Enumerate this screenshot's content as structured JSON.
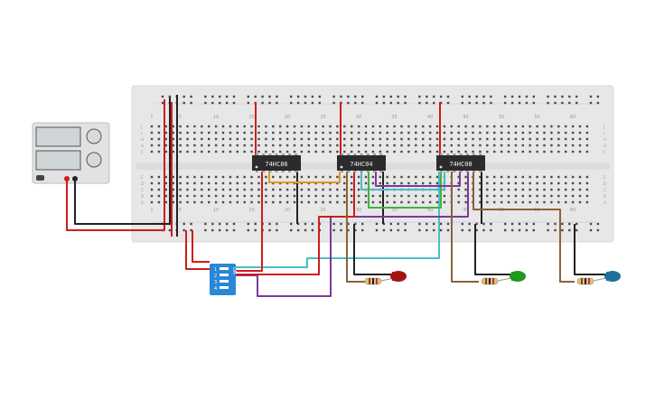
{
  "breadboard": {
    "column_numbers": [
      "1",
      "5",
      "10",
      "15",
      "20",
      "25",
      "30",
      "35",
      "40",
      "45",
      "50",
      "55",
      "60"
    ],
    "row_letters_top": [
      "J",
      "I",
      "H",
      "G",
      "F"
    ],
    "row_letters_bottom": [
      "E",
      "D",
      "C",
      "B",
      "A"
    ]
  },
  "chips": [
    {
      "label": "74HC86"
    },
    {
      "label": "74HC04"
    },
    {
      "label": "74HC08"
    }
  ],
  "dip_switch": {
    "on_label": "ON",
    "switch_numbers": [
      "1",
      "2",
      "3",
      "4"
    ]
  },
  "leds": [
    {
      "color_name": "red",
      "color": "#a31515"
    },
    {
      "color_name": "green",
      "color": "#1f9a1f"
    },
    {
      "color_name": "blue",
      "color": "#1f6f9a"
    }
  ],
  "power_supply": {
    "knob_count": 2
  },
  "colors": {
    "wire_red": "#d01c1c",
    "wire_black": "#222222",
    "wire_orange": "#e8961e",
    "wire_cyan": "#4cbcc8",
    "wire_green": "#3fb43f",
    "wire_purple": "#7a3a9a",
    "wire_brown": "#8b6238",
    "chip_body": "#2b2b2b",
    "switch_body": "#2a86d6",
    "board": "#e7e7e7"
  }
}
